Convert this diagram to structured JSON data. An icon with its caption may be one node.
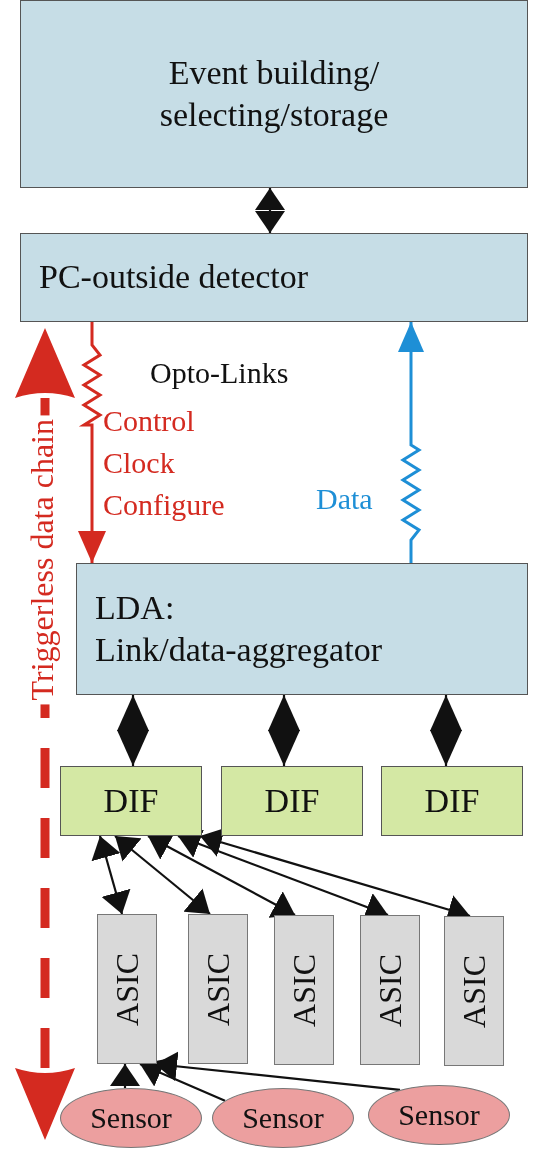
{
  "diagram": {
    "nodes": [
      {
        "text": [
          "Event building/ selecting/storage"
        ]
      },
      {
        "text": [
          "PC-outside detector"
        ]
      },
      {
        "text": [
          "LDA:",
          "Link/data-aggregator"
        ]
      },
      {
        "text": [
          "DIF"
        ]
      },
      {
        "text": [
          "DIF"
        ]
      },
      {
        "text": [
          "DIF"
        ]
      },
      {
        "text": [
          "ASIC"
        ]
      },
      {
        "text": [
          "ASIC"
        ]
      },
      {
        "text": [
          "ASIC"
        ]
      },
      {
        "text": [
          "ASIC"
        ]
      },
      {
        "text": [
          "ASIC"
        ]
      },
      {
        "text": [
          "Sensor"
        ]
      },
      {
        "text": [
          "Sensor"
        ]
      },
      {
        "text": [
          "Sensor"
        ]
      }
    ],
    "edges": [
      {
        "from": 0,
        "to": 1,
        "arrow": "both"
      },
      {
        "from": 1,
        "to": 2,
        "arrow": "to",
        "label": "Control Clock Configure",
        "color": "#d42a20"
      },
      {
        "from": 2,
        "to": 1,
        "arrow": "to",
        "label": "Data",
        "color": "#1e8fd6"
      },
      {
        "from": 2,
        "to": 3,
        "arrow": "both"
      },
      {
        "from": 2,
        "to": 4,
        "arrow": "both"
      },
      {
        "from": 2,
        "to": 5,
        "arrow": "both"
      },
      {
        "from": 3,
        "to": 6,
        "arrow": "both"
      },
      {
        "from": 3,
        "to": 7,
        "arrow": "both"
      },
      {
        "from": 3,
        "to": 8,
        "arrow": "both"
      },
      {
        "from": 3,
        "to": 9,
        "arrow": "both"
      },
      {
        "from": 3,
        "to": 10,
        "arrow": "both"
      },
      {
        "from": 11,
        "to": 6,
        "arrow": "to"
      },
      {
        "from": 12,
        "to": 6,
        "arrow": "to"
      },
      {
        "from": 13,
        "to": 6,
        "arrow": "to"
      }
    ],
    "labels": [
      "Opto-Links",
      "Triggerless data chain"
    ]
  }
}
